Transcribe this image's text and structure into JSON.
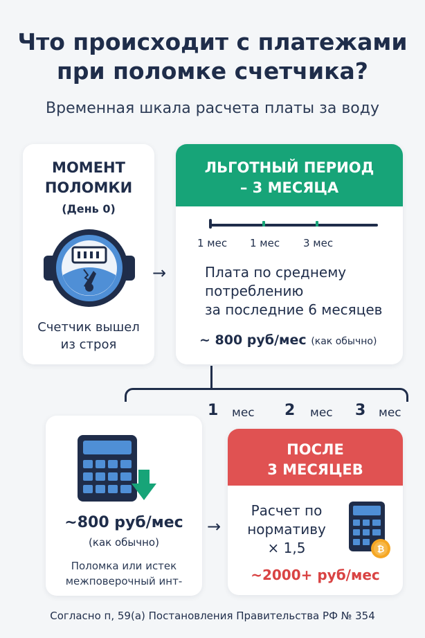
{
  "header": {
    "title_line1": "Что происходит с платежами",
    "title_line2": "при поломке счетчика?",
    "subtitle": "Временная шкала расчета платы за воду"
  },
  "breakdown": {
    "title_line1": "МОМЕНТ",
    "title_line2": "ПОЛОМКИ",
    "day": "(День 0)",
    "desc_line1": "Счетчик вышел",
    "desc_line2": "из строя",
    "icon": "water-meter-icon"
  },
  "arrow_glyph": "→",
  "grace": {
    "title_line1": "ЛЬГОТНЫЙ ПЕРИОД",
    "title_line2": "– 3 МЕСЯЦА",
    "timeline_labels": [
      "1 мес",
      "1 мес",
      "3 мес"
    ],
    "desc_line1": "Плата по среднему",
    "desc_line2": "потреблению",
    "desc_line3": "за последние 6 месяцев",
    "price": "~ 800 руб/мес",
    "price_note": "(как обычно)",
    "color": "#17a478"
  },
  "bracket": {
    "numbers": [
      "1",
      "2",
      "3"
    ],
    "unit": "мес"
  },
  "calc": {
    "icon": "calculator-download-icon",
    "price": "~800 руб/мес",
    "note": "(как обычно)",
    "desc_line1": "Поломка или истек",
    "desc_line2": "межповерочный инт-"
  },
  "after": {
    "title_line1": "ПОСЛЕ",
    "title_line2": "3 МЕСЯЦЕВ",
    "desc_line1": "Расчет по",
    "desc_line2": "нормативу",
    "desc_line3": "× 1,5",
    "price": "~2000+ руб/мес",
    "icon": "calculator-coin-icon",
    "color": "#e05252"
  },
  "footer": {
    "text": "Согласно п, 59(а) Постановления Правительства РФ № 354"
  }
}
